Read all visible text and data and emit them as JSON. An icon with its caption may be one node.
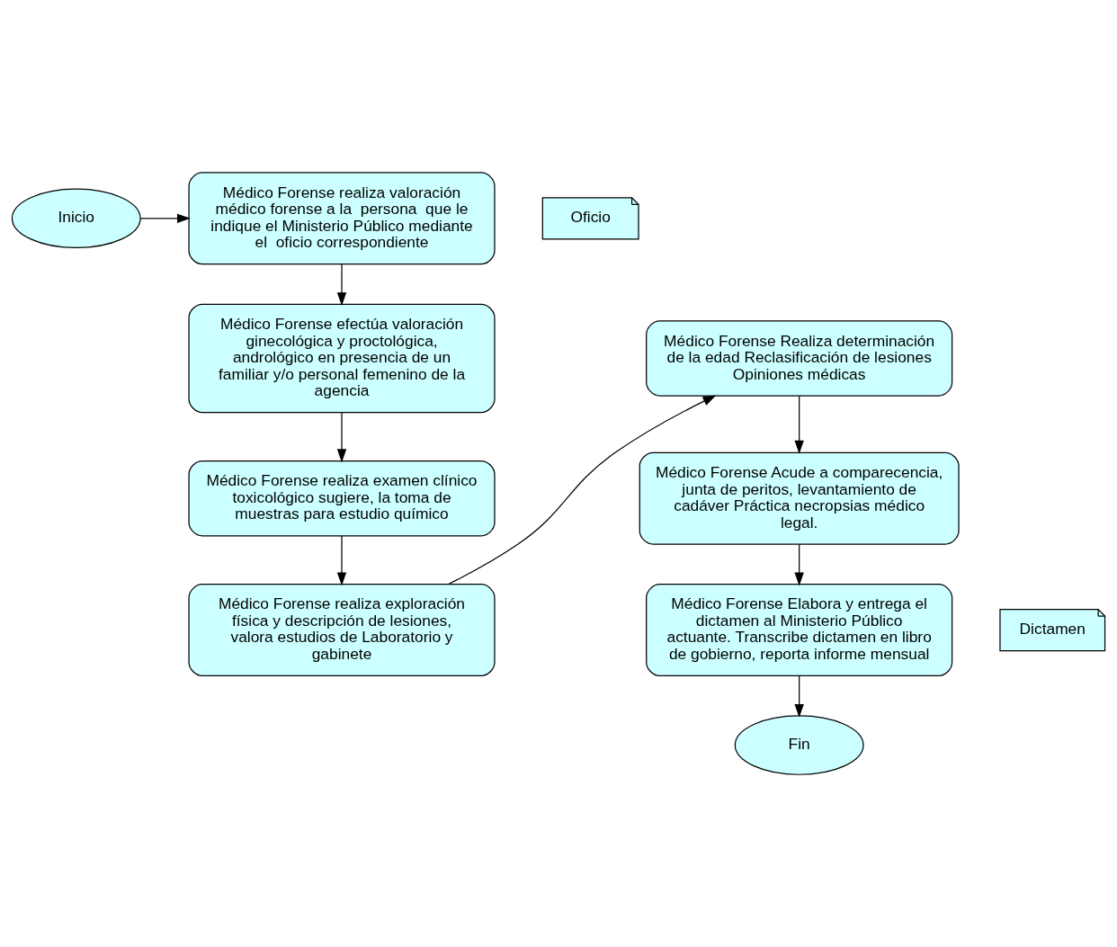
{
  "diagram": {
    "nodes": [
      {
        "text": [
          "Inicio"
        ]
      },
      {
        "text": [
          "Médico Forense realiza valoración médico forense a la  persona  que le indique el Ministerio Público mediante el  oficio correspondiente"
        ]
      },
      {
        "text": [
          "Oficio"
        ]
      },
      {
        "text": [
          "Médico Forense efectúa valoración ginecológica y proctológica, andrológico en presencia de un familiar y/o personal femenino de la agencia"
        ]
      },
      {
        "text": [
          "Médico Forense realiza examen clínico toxicológico sugiere, la toma de muestras para estudio químico"
        ]
      },
      {
        "text": [
          "Médico Forense realiza exploración física y descripción de lesiones, valora estudios de Laboratorio y gabinete"
        ]
      },
      {
        "text": [
          "Médico Forense Realiza determinación de la edad Reclasificación de lesiones Opiniones médicas"
        ]
      },
      {
        "text": [
          "Médico Forense Acude a comparecencia, junta de peritos, levantamiento de cadáver Práctica necropsias médico legal."
        ]
      },
      {
        "text": [
          "Médico Forense Elabora y entrega el dictamen al Ministerio Público actuante. Transcribe dictamen en libro de gobierno, reporta informe mensual"
        ]
      },
      {
        "text": [
          "Dictamen"
        ]
      },
      {
        "text": [
          "Fin"
        ]
      }
    ],
    "edges": [
      {
        "from": 0,
        "to": 1,
        "arrow": "to"
      },
      {
        "from": 1,
        "to": 3,
        "arrow": "to"
      },
      {
        "from": 3,
        "to": 4,
        "arrow": "to"
      },
      {
        "from": 4,
        "to": 5,
        "arrow": "to"
      },
      {
        "from": 5,
        "to": 6,
        "arrow": "to"
      },
      {
        "from": 6,
        "to": 7,
        "arrow": "to"
      },
      {
        "from": 7,
        "to": 8,
        "arrow": "to"
      },
      {
        "from": 8,
        "to": 10,
        "arrow": "to"
      }
    ]
  }
}
